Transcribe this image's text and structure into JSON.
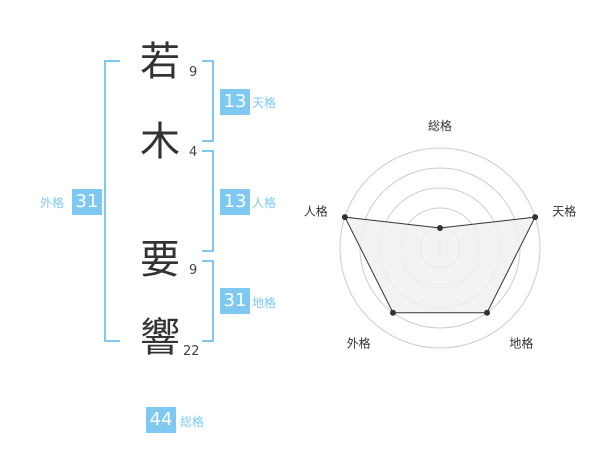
{
  "name": {
    "characters": [
      {
        "char": "若",
        "strokes": "9"
      },
      {
        "char": "木",
        "strokes": "4"
      },
      {
        "char": "要",
        "strokes": "9"
      },
      {
        "char": "響",
        "strokes": "22"
      }
    ]
  },
  "kaku": {
    "tenkaku": {
      "value": "13",
      "label": "天格"
    },
    "jinkaku": {
      "value": "13",
      "label": "人格"
    },
    "chikaku": {
      "value": "31",
      "label": "地格"
    },
    "gaikaku": {
      "value": "31",
      "label": "外格"
    },
    "soukaku": {
      "value": "44",
      "label": "総格"
    }
  },
  "colors": {
    "accent": "#7ec8f2",
    "radar_fill": "#f0f0f0",
    "radar_line": "#333333",
    "grid": "#cccccc"
  },
  "chart_data": {
    "type": "radar",
    "categories": [
      "総格",
      "天格",
      "地格",
      "外格",
      "人格"
    ],
    "values": [
      1,
      5,
      4,
      4,
      5
    ],
    "range": [
      0,
      5
    ],
    "grid": true
  }
}
